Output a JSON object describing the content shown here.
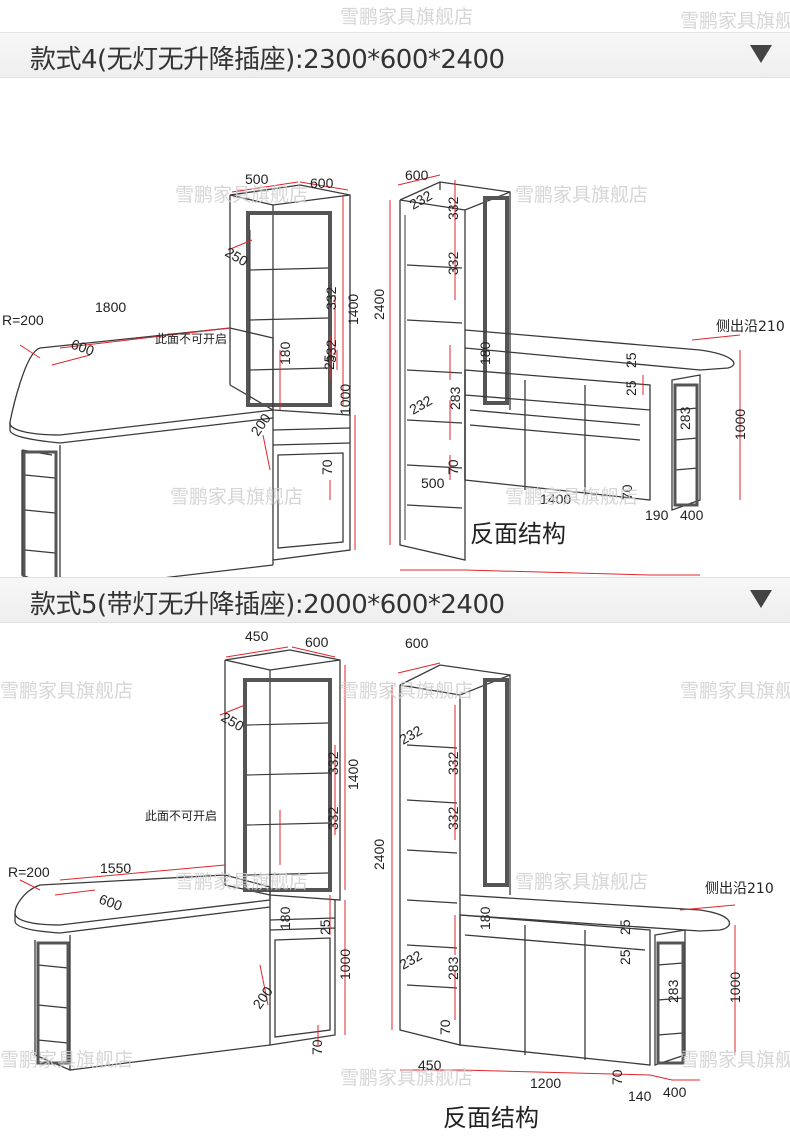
{
  "watermark": "雪鹏家具旗舰店",
  "colors": {
    "dimension": "#e0262c",
    "line": "#3a3a3a",
    "cabinet_dark": "#4a4a4a"
  },
  "sections": [
    {
      "title": "款式4(无灯无升降插座):2300*600*2400",
      "caption": "反面结构",
      "front_dims": {
        "w500": "500",
        "d600": "600",
        "d250": "250",
        "s332a": "332",
        "s332b": "332",
        "h1400": "1400",
        "note": "此面不可开启",
        "radius": "R=200",
        "len": "1800",
        "depth": "600",
        "h180": "180",
        "h25": "25",
        "h1000": "1000",
        "h200": "200",
        "h70": "70"
      },
      "back_dims": {
        "d600": "600",
        "h2400": "2400",
        "s232a": "232",
        "s332a": "332",
        "s332b": "332",
        "s180": "180",
        "s25a": "25",
        "s25b": "25",
        "s232b": "232",
        "s283a": "283",
        "s70": "70",
        "w500": "500",
        "w1400": "1400",
        "s70b": "70",
        "w190": "190",
        "w400": "400",
        "overhang": "侧出沿210",
        "h1000": "1000",
        "s283b": "283"
      }
    },
    {
      "title": "款式5(带灯无升降插座):2000*600*2400",
      "caption": "反面结构",
      "front_dims": {
        "w500": "450",
        "d600": "600",
        "d250": "250",
        "s332a": "332",
        "s332b": "332",
        "h1400": "1400",
        "note": "此面不可开启",
        "radius": "R=200",
        "len": "1550",
        "depth": "600",
        "h180": "180",
        "h25": "25",
        "h1000": "1000",
        "h200": "200",
        "h70": "70"
      },
      "back_dims": {
        "d600": "600",
        "h2400": "2400",
        "s232a": "232",
        "s332a": "332",
        "s332b": "332",
        "s180": "180",
        "s25a": "25",
        "s25b": "25",
        "s232b": "232",
        "s283a": "283",
        "s70": "70",
        "w500": "450",
        "w1400": "1200",
        "s70b": "70",
        "w190": "140",
        "w400": "400",
        "overhang": "侧出沿210",
        "h1000": "1000",
        "s283b": "283"
      }
    }
  ]
}
